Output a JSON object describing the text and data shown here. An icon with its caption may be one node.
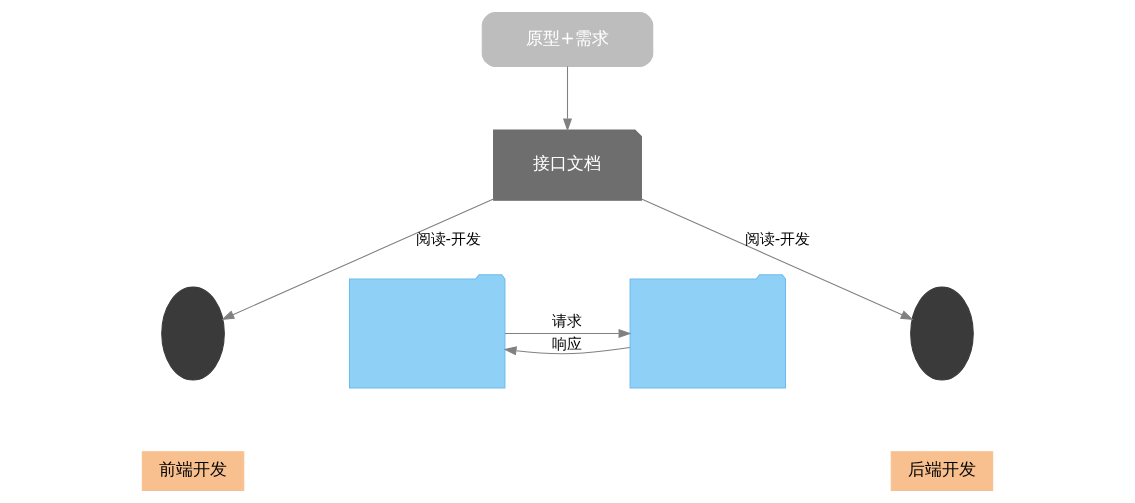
{
  "diagram": {
    "nodes": [
      {
        "text": [
          "原型+需求"
        ]
      },
      {
        "text": [
          "接口文档"
        ]
      },
      {
        "text": [],
        "shape": "person"
      },
      {
        "text": [],
        "shape": "folder"
      },
      {
        "text": [],
        "shape": "folder"
      },
      {
        "text": [],
        "shape": "person"
      },
      {
        "text": [
          "前端开发"
        ]
      },
      {
        "text": [
          "后端开发"
        ]
      }
    ],
    "edges": [
      {
        "from": 0,
        "to": 1,
        "arrow": "to"
      },
      {
        "from": 1,
        "to": 2,
        "arrow": "to",
        "label": "阅读-开发"
      },
      {
        "from": 1,
        "to": 5,
        "arrow": "to",
        "label": "阅读-开发"
      },
      {
        "from": 3,
        "to": 4,
        "arrow": "to",
        "label": "请求"
      },
      {
        "from": 4,
        "to": 3,
        "arrow": "to",
        "label": "响应"
      }
    ]
  }
}
